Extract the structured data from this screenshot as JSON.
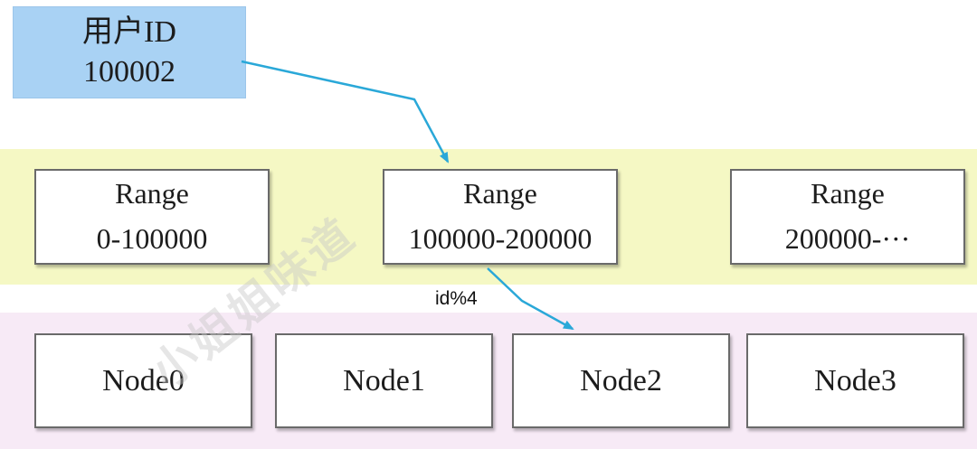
{
  "user": {
    "label": "用户ID",
    "value": "100002"
  },
  "ranges": [
    {
      "label": "Range",
      "value": "0-100000"
    },
    {
      "label": "Range",
      "value": "100000-200000"
    },
    {
      "label": "Range",
      "value": "200000-···"
    }
  ],
  "nodes": [
    "Node0",
    "Node1",
    "Node2",
    "Node3"
  ],
  "edge_label": "id%4",
  "watermark": "小姐姐味道",
  "colors": {
    "user_box": "#a9d2f4",
    "range_band": "#f5f8c4",
    "node_band": "#f7eaf6",
    "arrow": "#2aa8d8"
  }
}
